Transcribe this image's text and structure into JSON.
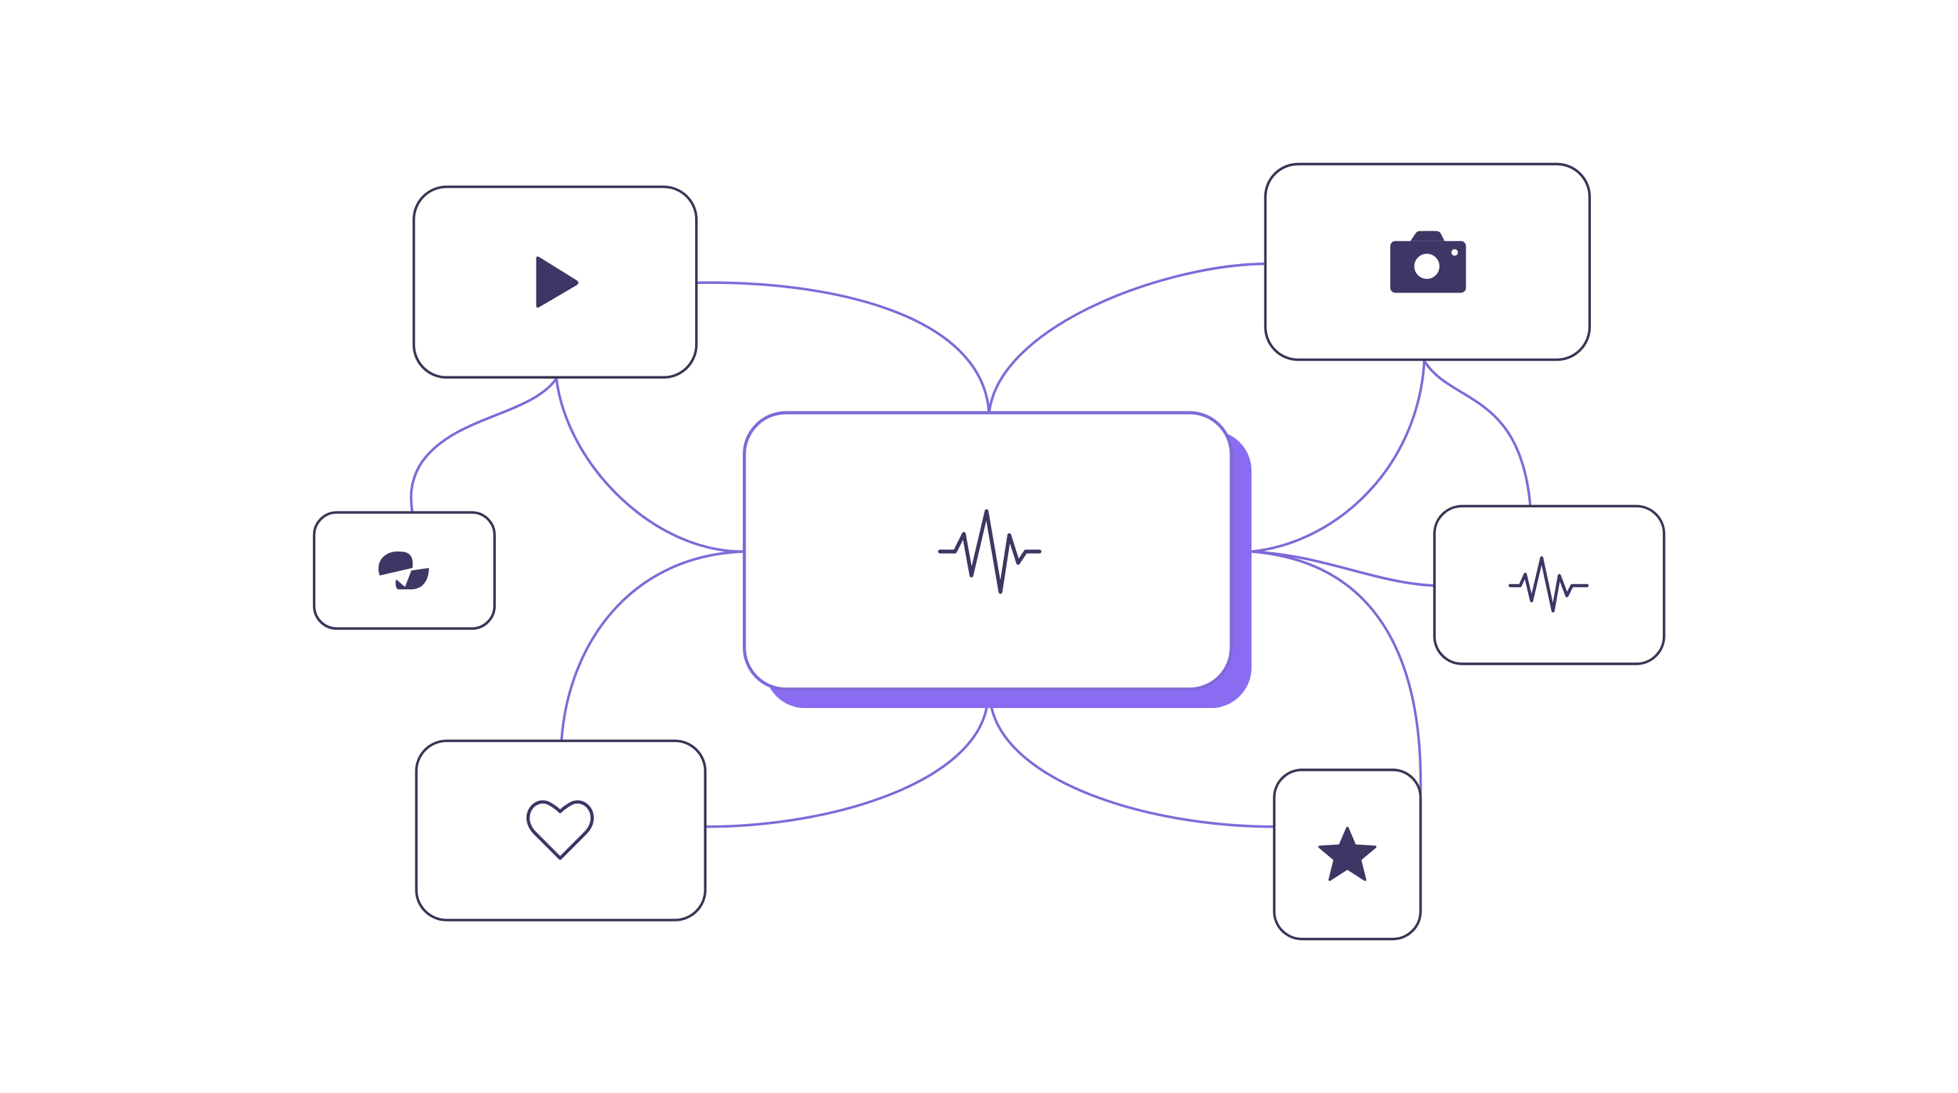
{
  "colors": {
    "background": "#ffffff",
    "node_stroke": "#3a3556",
    "icon_fill": "#3d3766",
    "accent": "#8a6cf2",
    "connector": "#8069d8"
  },
  "hub": {
    "icon": "pulse-icon"
  },
  "nodes": [
    {
      "id": "video",
      "icon": "play-icon"
    },
    {
      "id": "camera",
      "icon": "camera-icon"
    },
    {
      "id": "mask",
      "icon": "mask-icon"
    },
    {
      "id": "pulse",
      "icon": "pulse-icon"
    },
    {
      "id": "heart",
      "icon": "heart-icon"
    },
    {
      "id": "star",
      "icon": "star-icon"
    }
  ],
  "edges": [
    {
      "from": "video",
      "to": "hub"
    },
    {
      "from": "video",
      "to": "mask"
    },
    {
      "from": "camera",
      "to": "hub"
    },
    {
      "from": "camera",
      "to": "pulse"
    },
    {
      "from": "pulse",
      "to": "hub"
    },
    {
      "from": "heart",
      "to": "hub"
    },
    {
      "from": "star",
      "to": "hub"
    }
  ]
}
